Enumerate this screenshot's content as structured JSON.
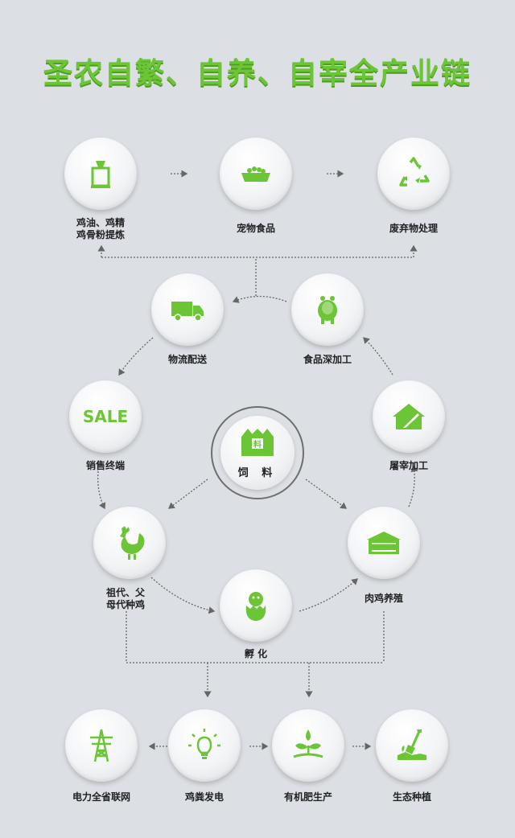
{
  "title": "圣农自繁、自养、自宰全产业链",
  "nodes": {
    "oil": {
      "label": "鸡油、鸡精\n鸡骨粉提炼",
      "icon": "bag-icon"
    },
    "petfood": {
      "label": "宠物食品",
      "icon": "pet-bowl-icon"
    },
    "waste": {
      "label": "废弃物处理",
      "icon": "recycle-icon"
    },
    "logistics": {
      "label": "物流配送",
      "icon": "truck-icon"
    },
    "deepprocess": {
      "label": "食品深加工",
      "icon": "roast-chicken-icon"
    },
    "sales": {
      "label": "销售终端",
      "icon": "sale-icon",
      "badge": "SALE"
    },
    "slaughter": {
      "label": "屠宰加工",
      "icon": "house-knife-icon"
    },
    "breeder": {
      "label": "祖代、父\n母代种鸡",
      "icon": "rooster-icon"
    },
    "broiler": {
      "label": "肉鸡养殖",
      "icon": "barn-icon"
    },
    "hatch": {
      "label": "孵 化",
      "icon": "chick-egg-icon"
    },
    "power": {
      "label": "电力全省联网",
      "icon": "power-tower-icon"
    },
    "biogas": {
      "label": "鸡粪发电",
      "icon": "lightbulb-icon"
    },
    "fertilizer": {
      "label": "有机肥生产",
      "icon": "sprout-icon"
    },
    "ecofarm": {
      "label": "生态种植",
      "icon": "shovel-icon"
    }
  },
  "center": {
    "label": "饲 料",
    "icon": "feed-icon",
    "badge": "料"
  },
  "colors": {
    "accent": "#6cc536",
    "background": "#dcdfe3",
    "line": "#666666"
  }
}
